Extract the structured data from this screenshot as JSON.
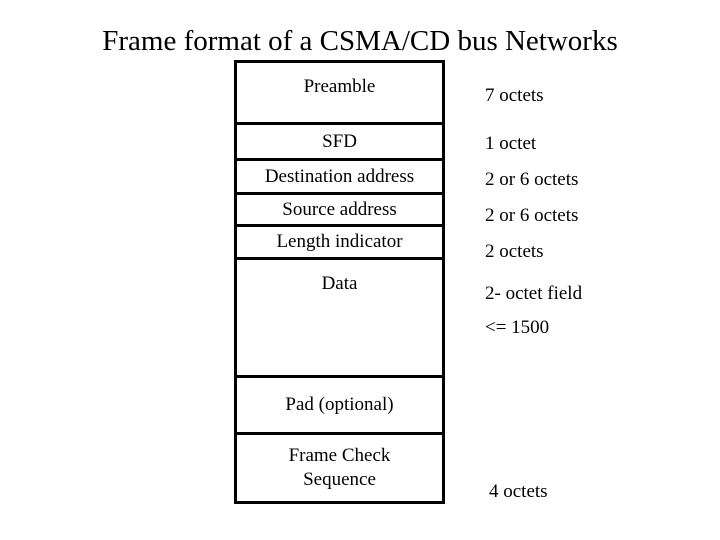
{
  "slide": {
    "title": "Frame format of a CSMA/CD bus Networks",
    "background_color": "#ffffff",
    "text_color": "#000000",
    "border_color": "#000000"
  },
  "diagram": {
    "name": "csma-cd-frame-format",
    "fields": [
      {
        "label": "Preamble",
        "size_note": "7 octets"
      },
      {
        "label": "SFD",
        "size_note": "1 octet"
      },
      {
        "label": "Destination address",
        "size_note": "2 or 6 octets"
      },
      {
        "label": "Source address",
        "size_note": "2 or 6 octets"
      },
      {
        "label": "Length indicator",
        "size_note": "2 octets"
      },
      {
        "label": "Data",
        "size_note": "2- octet field",
        "size_note_2": "<= 1500"
      },
      {
        "label": "Pad (optional)",
        "size_note": ""
      },
      {
        "label": "Frame Check\nSequence",
        "size_note": "4 octets"
      }
    ]
  },
  "notes": {
    "preamble": "7 octets",
    "sfd": "1 octet",
    "destination_address": "2 or 6 octets",
    "source_address": "2 or 6 octets",
    "length_indicator": "2 octets",
    "data_line1": "2- octet field",
    "data_line2": "<= 1500",
    "frame_check_sequence": "4 octets"
  }
}
